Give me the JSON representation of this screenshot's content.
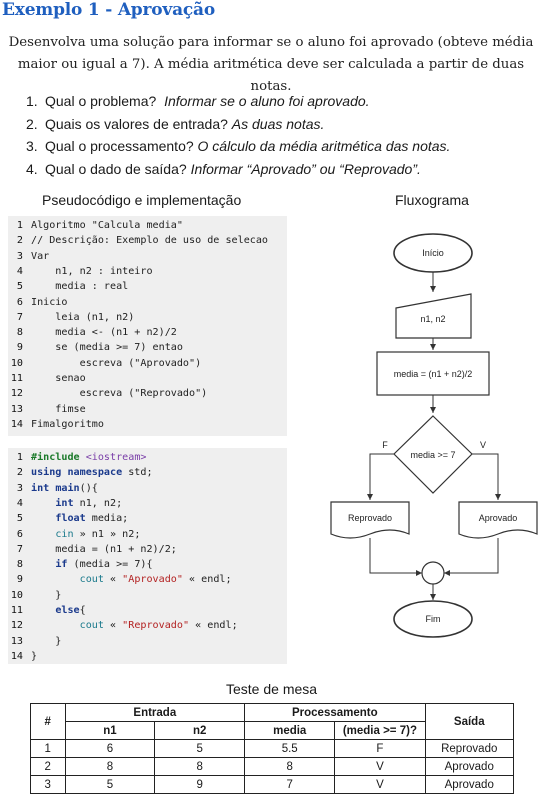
{
  "title": "Exemplo 1 - Aprovação",
  "intro": "Desenvolva uma solução para informar se o aluno foi aprovado (obteve média maior ou igual a 7). A média aritmética deve ser calculada a partir de duas notas.",
  "questions": [
    {
      "num": "1.",
      "q": "Qual o problema?",
      "a": "Informar se o aluno foi aprovado."
    },
    {
      "num": "2.",
      "q": "Quais os valores de entrada?",
      "a": "As duas notas."
    },
    {
      "num": "3.",
      "q": "Qual o processamento?",
      "a": "O cálculo da média aritmética das notas."
    },
    {
      "num": "4.",
      "q": "Qual o dado de saída?",
      "a": "Informar “Aprovado” ou “Reprovado”."
    }
  ],
  "sections": {
    "pseudo": "Pseudocódigo e implementação",
    "flow": "Fluxograma",
    "test": "Teste de mesa"
  },
  "pseudocode": [
    {
      "n": "1",
      "t": "Algoritmo \"Calcula media\""
    },
    {
      "n": "2",
      "t": "// Descrição: Exemplo de uso de selecao"
    },
    {
      "n": "3",
      "t": "Var"
    },
    {
      "n": "4",
      "t": "    n1, n2 : inteiro"
    },
    {
      "n": "5",
      "t": "    media : real"
    },
    {
      "n": "6",
      "t": "Inicio"
    },
    {
      "n": "7",
      "t": "    leia (n1, n2)"
    },
    {
      "n": "8",
      "t": "    media <- (n1 + n2)/2"
    },
    {
      "n": "9",
      "t": "    se (media >= 7) entao"
    },
    {
      "n": "10",
      "t": "        escreva (\"Aprovado\")"
    },
    {
      "n": "11",
      "t": "    senao"
    },
    {
      "n": "12",
      "t": "        escreva (\"Reprovado\")"
    },
    {
      "n": "13",
      "t": "    fimse"
    },
    {
      "n": "14",
      "t": "Fimalgoritmo"
    }
  ],
  "cpp": [
    {
      "n": "1",
      "p": [
        [
          "inc",
          "#include "
        ],
        [
          "incs",
          "<iostream>"
        ]
      ]
    },
    {
      "n": "2",
      "p": [
        [
          "kw",
          "using namespace "
        ],
        [
          "",
          "std;"
        ]
      ]
    },
    {
      "n": "3",
      "p": [
        [
          "kw",
          "int "
        ],
        [
          "kw",
          "main"
        ],
        [
          "",
          "(){"
        ]
      ]
    },
    {
      "n": "4",
      "p": [
        [
          "",
          "    "
        ],
        [
          "kw",
          "int "
        ],
        [
          "",
          "n1, n2;"
        ]
      ]
    },
    {
      "n": "5",
      "p": [
        [
          "",
          "    "
        ],
        [
          "kw",
          "float "
        ],
        [
          "",
          "media;"
        ]
      ]
    },
    {
      "n": "6",
      "p": [
        [
          "",
          "    "
        ],
        [
          "mint",
          "cin "
        ],
        [
          "",
          "» n1 » n2;"
        ]
      ]
    },
    {
      "n": "7",
      "p": [
        [
          "",
          "    media = (n1 + n2)/2;"
        ]
      ]
    },
    {
      "n": "8",
      "p": [
        [
          "",
          "    "
        ],
        [
          "kw",
          "if "
        ],
        [
          "",
          "(media >= 7){"
        ]
      ]
    },
    {
      "n": "9",
      "p": [
        [
          "",
          "        "
        ],
        [
          "mint",
          "cout "
        ],
        [
          "",
          "« "
        ],
        [
          "str",
          "\"Aprovado\""
        ],
        [
          "",
          " « endl;"
        ]
      ]
    },
    {
      "n": "10",
      "p": [
        [
          "",
          "    }"
        ]
      ]
    },
    {
      "n": "11",
      "p": [
        [
          "",
          "    "
        ],
        [
          "kw",
          "else"
        ],
        [
          "",
          "{"
        ]
      ]
    },
    {
      "n": "12",
      "p": [
        [
          "",
          "        "
        ],
        [
          "mint",
          "cout "
        ],
        [
          "",
          "« "
        ],
        [
          "str",
          "\"Reprovado\""
        ],
        [
          "",
          " « endl;"
        ]
      ]
    },
    {
      "n": "13",
      "p": [
        [
          "",
          "    }"
        ]
      ]
    },
    {
      "n": "14",
      "p": [
        [
          "",
          "}"
        ]
      ]
    }
  ],
  "flowchart": {
    "start": "Início",
    "input": "n1, n2",
    "process": "media = (n1 + n2)/2",
    "decision": "media >= 7",
    "false_label": "F",
    "true_label": "V",
    "out_false": "Reprovado",
    "out_true": "Aprovado",
    "end": "Fim"
  },
  "table": {
    "h_num": "#",
    "h_entrada": "Entrada",
    "h_proc": "Processamento",
    "h_saida": "Saída",
    "sub": [
      "n1",
      "n2",
      "media",
      "(media >= 7)?"
    ],
    "rows": [
      [
        "1",
        "6",
        "5",
        "5.5",
        "F",
        "Reprovado"
      ],
      [
        "2",
        "8",
        "8",
        "8",
        "V",
        "Aprovado"
      ],
      [
        "3",
        "5",
        "9",
        "7",
        "V",
        "Aprovado"
      ]
    ]
  }
}
